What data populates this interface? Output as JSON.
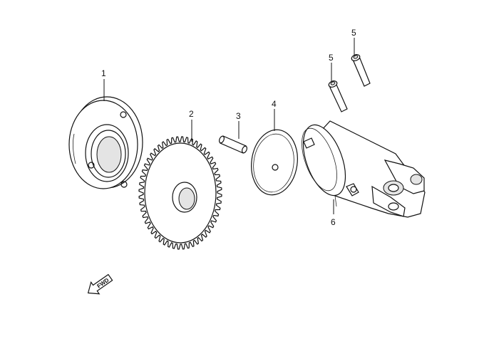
{
  "callouts": [
    {
      "id": "c1",
      "label": "1"
    },
    {
      "id": "c2",
      "label": "2"
    },
    {
      "id": "c3",
      "label": "3"
    },
    {
      "id": "c4",
      "label": "4"
    },
    {
      "id": "c5a",
      "label": "5"
    },
    {
      "id": "c5b",
      "label": "5"
    },
    {
      "id": "c6",
      "label": "6"
    }
  ],
  "fwd_arrow": {
    "label": "FWD",
    "icon": "fwd-arrow-icon"
  },
  "colors": {
    "line": "#111111",
    "background": "#ffffff"
  }
}
